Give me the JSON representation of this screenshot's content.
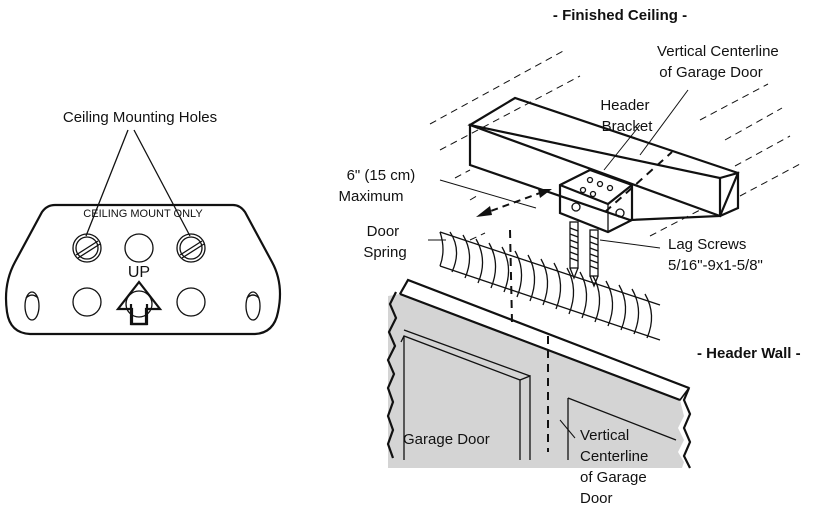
{
  "left_panel": {
    "callout_label": "Ceiling Mounting Holes",
    "plate_text": "CEILING MOUNT ONLY",
    "up_text": "UP"
  },
  "right_panel": {
    "finished_ceiling": "- Finished Ceiling -",
    "vertical_centerline_top": [
      "Vertical Centerline",
      "of Garage Door"
    ],
    "header_bracket": [
      "Header",
      "Bracket"
    ],
    "max_distance": [
      "6\" (15 cm)",
      "Maximum"
    ],
    "door_spring": [
      "Door",
      "Spring"
    ],
    "lag_screws": [
      "Lag Screws",
      "5/16\"-9x1-5/8\""
    ],
    "header_wall": "- Header Wall -",
    "garage_door": "Garage Door",
    "vertical_centerline_bottom": [
      "Vertical",
      "Centerline",
      "of Garage",
      "Door"
    ]
  },
  "colors": {
    "line": "#111111",
    "wall_fill": "#d4d4d4",
    "wall_side": "#c8c8c8",
    "background": "#ffffff"
  }
}
